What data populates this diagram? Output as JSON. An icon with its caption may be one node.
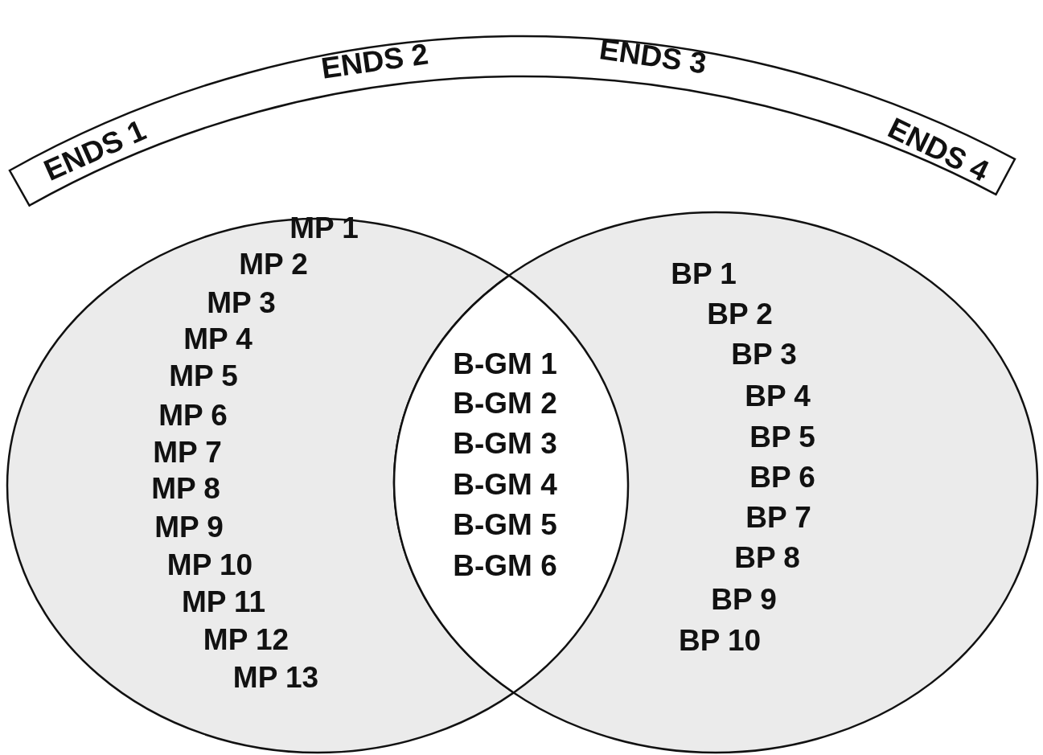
{
  "diagram": {
    "nodes": [
      {
        "text": [
          "ENDS 1",
          "ENDS 2",
          "ENDS 3",
          "ENDS 4"
        ]
      },
      {
        "text": [
          "MP 1",
          "MP 2",
          "MP 3",
          "MP 4",
          "MP 5",
          "MP 6",
          "MP 7",
          "MP 8",
          "MP 9",
          "MP 10",
          "MP 11",
          "MP 12",
          "MP 13"
        ]
      },
      {
        "text": [
          "BP 1",
          "BP 2",
          "BP 3",
          "BP 4",
          "BP 5",
          "BP 6",
          "BP 7",
          "BP 8",
          "BP 9",
          "BP 10"
        ]
      },
      {
        "text": [
          "B-GM 1",
          "B-GM 2",
          "B-GM 3",
          "B-GM 4",
          "B-GM 5",
          "B-GM 6"
        ]
      }
    ]
  }
}
